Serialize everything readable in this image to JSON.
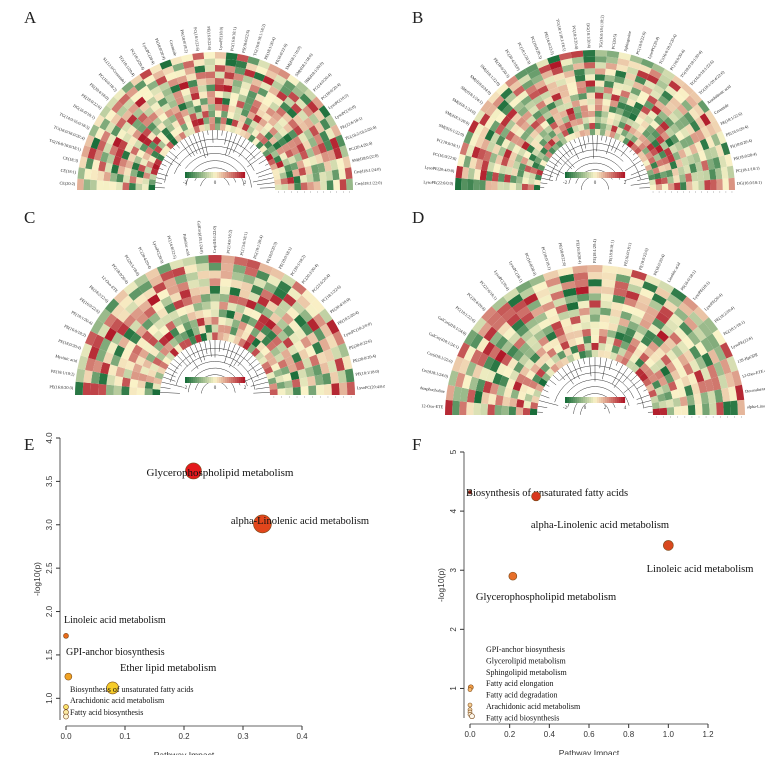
{
  "panels": {
    "A": "A",
    "B": "B",
    "C": "C",
    "D": "D",
    "E": "E",
    "F": "F"
  },
  "heatmap_legend": {
    "A": [
      "-2",
      "0",
      "2"
    ],
    "B": [
      "-2",
      "0",
      "2"
    ],
    "C": [
      "-2",
      "0",
      "2"
    ],
    "D": [
      "-2",
      "0",
      "2",
      "4"
    ]
  },
  "heatmap_labels": {
    "A": [
      "CE(20:2)",
      "CE(18:1)",
      "CE(18:3)",
      "TG(16:0/16:0/18:1)",
      "TG(16:0/16:0/20:4)",
      "TG(14:0/16:0/18:3)",
      "DG(16:0/18:1)",
      "PE(18:0/22:6)",
      "PE(20:4/18:0)",
      "PC(16:0/18:2)",
      "SL(12:0/Ceramide)",
      "TG(18:1/20:4)",
      "PC(18:2/20:4)",
      "LysoPC(20:4)",
      "PI(18:0/20:4)",
      "Ceramide",
      "PA(18:0/18:2)",
      "PC(18:1/22:6)",
      "PE(16:0/22:6)",
      "LysoPE(18:0)",
      "PG(16:0/18:1)",
      "PS(18:0/22:6)",
      "TG(16:0/18:1/18:2)",
      "PE(18:1/20:4)",
      "PI(16:0/22:6)",
      "SM(d18:1/16:0)",
      "SM(d18:1/18:0)",
      "SM(d18:1/20:0)",
      "PC(14:0/20:4)",
      "PC(18:0/20:4)",
      "LysoPC(18:2)",
      "LysoPC(16:0)",
      "PE(22:6/18:1)",
      "TG(18:2/18:2/20:4)",
      "PC(20:4/20:4)",
      "SM(d18:0/22:0)",
      "Cer(d18:1/24:0)",
      "Cer(d18:1/22:0)"
    ],
    "B": [
      "LysoPE(22:6/0:0)",
      "LysoPE(20:4/0:0)",
      "PC(16:0/22:6)",
      "PC(18:0/18:1)",
      "SM(d16:1/22:0)",
      "SM(d18:1/20:0)",
      "SM(d18:1/24:0)",
      "SM(d18:1/24:1)",
      "SM(d18:0/24:0)",
      "SM(d18:1/22:0)",
      "PE(18:0/20:3)",
      "PC(20:4/18:0)",
      "PC(18:1/20:3)",
      "PC(16:0/20:3)",
      "PE(16:0/22:5)",
      "TG(18:1/18:1/18:1)",
      "PC(18:2/20:4)",
      "DG(18:1/20:4)",
      "TG(16:0/18:1/18:2)",
      "PC(20:5)",
      "Sphingosine",
      "PC(18:0/22:6)",
      "LysoPC(20:4)",
      "TG(16:0/18:2/20:4)",
      "PC(16:0/20:4)",
      "TG(18:0/18:1/20:4)",
      "TG(16:0/18:1/22:6)",
      "TG(18:1/20:4/22:6)",
      "Arachidonic acid",
      "Ceramide",
      "PE(18:1/22:6)",
      "PE(16:0/20:4)",
      "PI(18:0/20:4)",
      "PS(18:0/20:4)",
      "PC(18:1/18:1)",
      "DG(16:0/18:1)"
    ],
    "C": [
      "PE(16:0/20:3)",
      "PE(18:1/18:2)",
      "Myristic acid",
      "PE(18:0/20:4)",
      "PE(16:0/18:2)",
      "PE(18:1/20:4)",
      "PE(16:0/22:6)",
      "PE(18:2/22:6)",
      "12-Oxo-ETE",
      "PC(18:0/20:4)",
      "PC(20:5/18:0)",
      "PC(20:4/20:4)",
      "LysoPC(20:3)",
      "PC(16:0/22:5)",
      "Palmitic acid",
      "GalCer(d18:1/24:0)",
      "Cer(d18:1/22:0)",
      "PC(14:0/18:2)",
      "PC(15:0/18:1)",
      "PG(18:1/20:4)",
      "PI(18:0/20:3)",
      "PE(18:0/18:1)",
      "PC(20:1/18:2)",
      "PC(20:2/20:4)",
      "PC(22:6/20:4)",
      "PC(18:1/22:6)",
      "PE(20:4/18:0)",
      "PE(18:2/20:4)",
      "LysoPC(18:2/0:0)",
      "PE(20:0/22:6)",
      "PE(20:0/20:4)",
      "PE(18:1/18:0)",
      "LysoPC(20:4/0:0)"
    ],
    "D": [
      "12-Oxo-ETE",
      "Glycerophosphocholine",
      "Cer(d18:1/24:0)",
      "Cer(d18:1/22:0)",
      "GalCer(d18:1/24:1)",
      "GalCer(d18:1/24:0)",
      "PC(18:1/22:6)",
      "PC(20:4/20:4)",
      "PC(22:6/18:1)",
      "LysoPC(20:4)",
      "LysoPC(18:1)",
      "PC(16:0/20:4)",
      "PC(18:0/18:1)",
      "PE(18:0/22:6)",
      "PE(16:0/20:4)",
      "PE(18:1/20:4)",
      "PE(18:0/18:1)",
      "PE(16:0/18:1)",
      "PI(18:0/22:6)",
      "PI(18:0/20:4)",
      "Linoleic acid",
      "PS(16:0/18:1)",
      "LysoPE(18:1)",
      "LysoPE(20:4)",
      "PE(18:2/20:4)",
      "PG(18:1/18:1)",
      "LysoPE(22:6)",
      "13S-HpODE",
      "12-Oxo-ETE acid",
      "Docosahexaenoic acid",
      "alpha-Linolenic acid"
    ]
  },
  "chart_data": [
    {
      "type": "scatter",
      "panel": "E",
      "xlabel": "Pathway Impact",
      "ylabel": "-log10(p)",
      "xlim": [
        0,
        0.4
      ],
      "ylim": [
        0.75,
        4.0
      ],
      "xticks": [
        "0.0",
        "0.1",
        "0.2",
        "0.3",
        "0.4"
      ],
      "yticks": [
        "1.0",
        "1.5",
        "2.0",
        "2.5",
        "3.0",
        "3.5",
        "4.0"
      ],
      "points": [
        {
          "label": "Glycerophospholipid metabolism",
          "x": 0.216,
          "y": 3.62,
          "r": 8,
          "color": "#e4191c"
        },
        {
          "label": "alpha-Linolenic acid metabolism",
          "x": 0.333,
          "y": 3.01,
          "r": 9,
          "color": "#e2461c"
        },
        {
          "label": "Linoleic acid metabolism",
          "x": 0.0,
          "y": 1.72,
          "r": 2.5,
          "color": "#e86a1a"
        },
        {
          "label": "GPI-anchor biosynthesis",
          "x": 0.004,
          "y": 1.25,
          "r": 3.5,
          "color": "#f0a224"
        },
        {
          "label": "Ether lipid metabolism",
          "x": 0.079,
          "y": 1.12,
          "r": 6,
          "color": "#f6cc2a"
        },
        {
          "label": "Biosynthesis of unsaturated fatty acids",
          "x": 0.0,
          "y": 0.9,
          "r": 2.5,
          "color": "#f9e16b"
        },
        {
          "label": "Arachidonic acid metabolism",
          "x": 0.0,
          "y": 0.84,
          "r": 2.5,
          "color": "#fbeaa0"
        },
        {
          "label": "Fatty acid biosynthesis",
          "x": 0.0,
          "y": 0.79,
          "r": 2.5,
          "color": "#fdf5d2"
        }
      ]
    },
    {
      "type": "scatter",
      "panel": "F",
      "xlabel": "Pathway Impact",
      "ylabel": "-log10(p)",
      "xlim": [
        0,
        1.2
      ],
      "ylim": [
        0.5,
        5.0
      ],
      "xticks": [
        "0.0",
        "0.2",
        "0.4",
        "0.6",
        "0.8",
        "1.0",
        "1.2"
      ],
      "yticks": [
        "1",
        "2",
        "3",
        "4",
        "5"
      ],
      "points": [
        {
          "label": "Biosynthesis of unsaturated fatty acids",
          "x": 0.0,
          "y": 4.32,
          "r": 1.8,
          "color": "#b22222"
        },
        {
          "label": "alpha-Linolenic acid metabolism",
          "x": 0.333,
          "y": 4.25,
          "r": 4.5,
          "color": "#d9381e"
        },
        {
          "label": "Linoleic acid metabolism",
          "x": 1.0,
          "y": 3.42,
          "r": 5,
          "color": "#d9481e"
        },
        {
          "label": "Glycerophospholipid metabolism",
          "x": 0.216,
          "y": 2.9,
          "r": 4,
          "color": "#e76f2a"
        },
        {
          "label": "GPI-anchor biosynthesis",
          "x": 0.004,
          "y": 1.02,
          "r": 2.5,
          "color": "#f09a45"
        },
        {
          "label": "Glycerolipid metabolism",
          "x": 0.0,
          "y": 0.98,
          "r": 2,
          "color": "#f5b56a"
        },
        {
          "label": "Sphingolipid metabolism",
          "x": 0.0,
          "y": 0.72,
          "r": 2,
          "color": "#f8cf95"
        },
        {
          "label": "Fatty acid elongation",
          "x": 0.0,
          "y": 0.64,
          "r": 2,
          "color": "#f9dcae"
        },
        {
          "label": "Fatty acid degradation",
          "x": 0.0,
          "y": 0.6,
          "r": 2,
          "color": "#fae6c5"
        },
        {
          "label": "Arachidonic acid metabolism",
          "x": 0.0,
          "y": 0.56,
          "r": 2,
          "color": "#fbefd9"
        },
        {
          "label": "Fatty acid biosynthesis",
          "x": 0.01,
          "y": 0.53,
          "r": 2.5,
          "color": "#fdf7ec"
        }
      ],
      "label_lines": [
        "GPI-anchor biosynthesis",
        "Glycerolipid metabolism",
        "Sphingolipid metabolism",
        "Fatty acid elongation",
        "Fatty acid degradation",
        "Arachidonic acid metabolism",
        "Fatty acid biosynthesis"
      ]
    }
  ]
}
